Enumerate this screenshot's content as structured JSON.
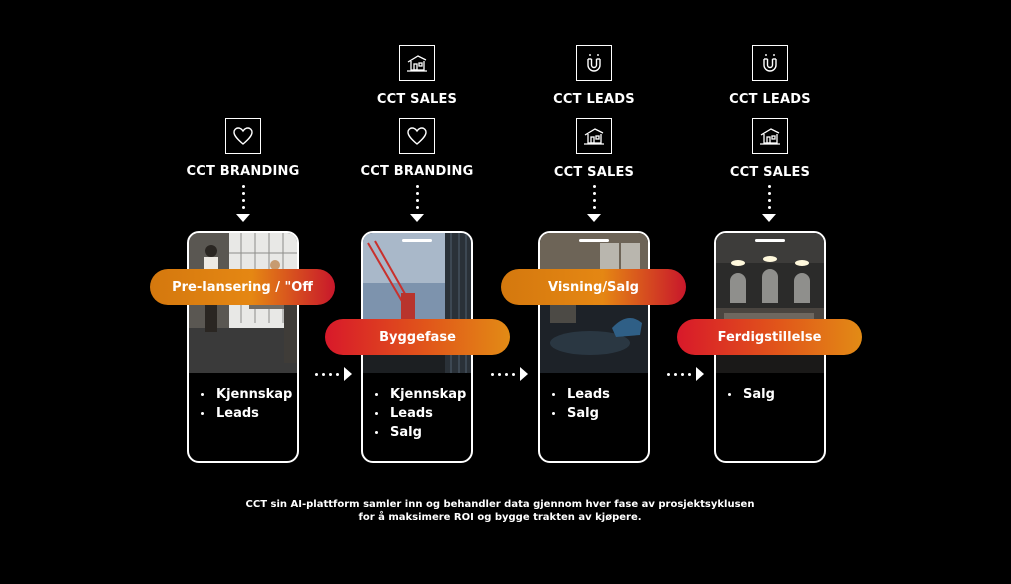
{
  "columns": [
    {
      "top_icons": [
        {
          "icon": "heart-icon",
          "label": "CCT BRANDING"
        }
      ],
      "phase": "Pre-lansering / \"Off",
      "bullets": [
        "Kjennskap",
        "Leads"
      ]
    },
    {
      "top_icons": [
        {
          "icon": "house-icon",
          "label": "CCT SALES"
        },
        {
          "icon": "heart-icon",
          "label": "CCT BRANDING"
        }
      ],
      "phase": "Byggefase",
      "bullets": [
        "Kjennskap",
        "Leads",
        "Salg"
      ]
    },
    {
      "top_icons": [
        {
          "icon": "magnet-icon",
          "label": "CCT LEADS"
        },
        {
          "icon": "house-icon",
          "label": "CCT SALES"
        }
      ],
      "phase": "Visning/Salg",
      "bullets": [
        "Leads",
        "Salg"
      ]
    },
    {
      "top_icons": [
        {
          "icon": "magnet-icon",
          "label": "CCT LEADS"
        },
        {
          "icon": "house-icon",
          "label": "CCT SALES"
        }
      ],
      "phase": "Ferdigstillelse",
      "bullets": [
        "Salg"
      ]
    }
  ],
  "caption": {
    "line1": "CCT sin AI-plattform samler inn og behandler data gjennom hver fase av prosjektsyklusen",
    "line2": "for å maksimere ROI og bygge trakten av kjøpere."
  },
  "colors": {
    "background": "#000000",
    "pill_orange": "#e58713",
    "pill_red": "#d8192a"
  }
}
